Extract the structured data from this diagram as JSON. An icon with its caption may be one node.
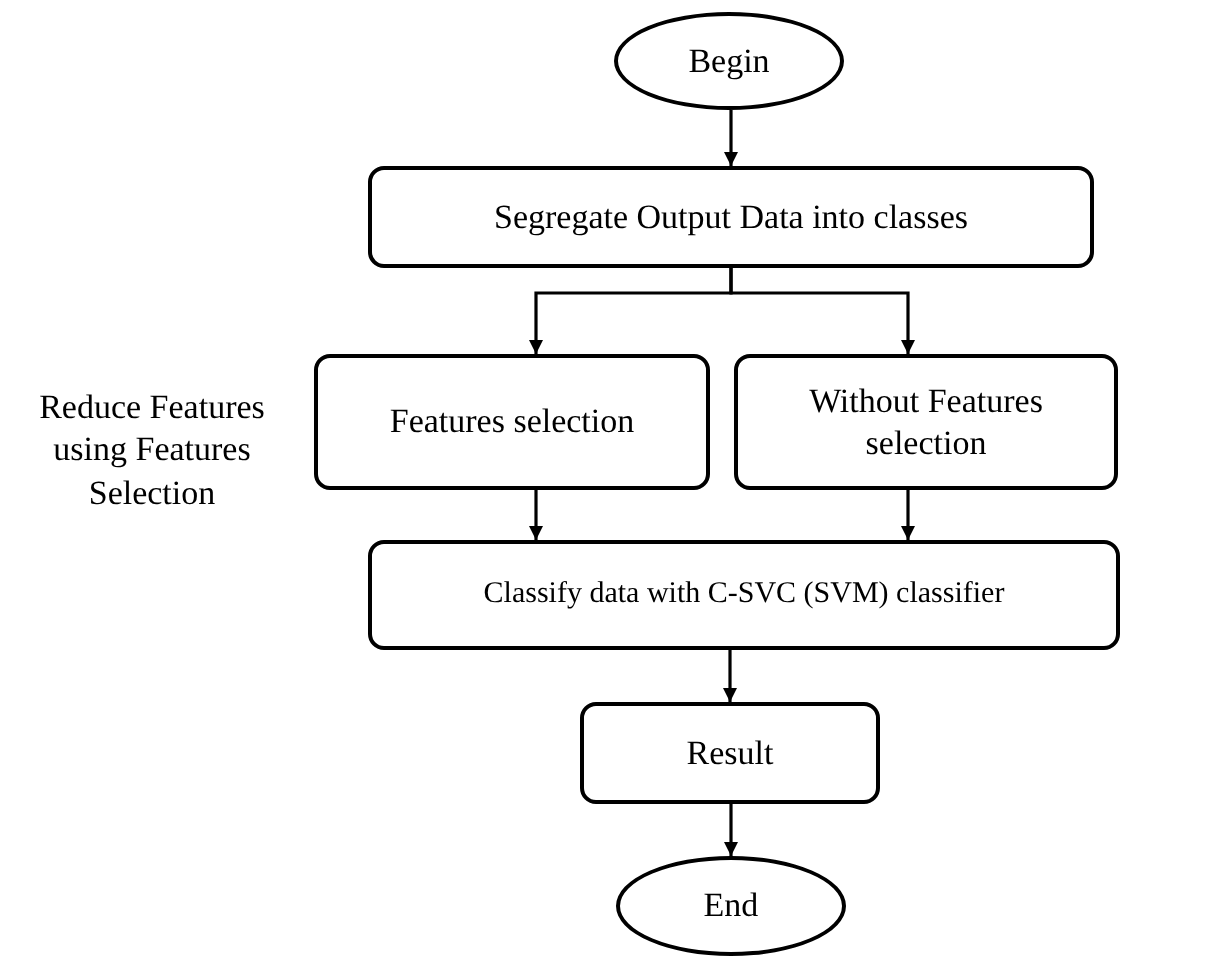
{
  "diagram": {
    "nodes": [
      {
        "text": [
          "Begin"
        ]
      },
      {
        "text": [
          "Segregate Output Data into classes"
        ]
      },
      {
        "text": [
          "Features selection"
        ],
        "beside": [
          "Reduce Features using Features Selection"
        ]
      },
      {
        "text": [
          "Without Features selection"
        ]
      },
      {
        "text": [
          "Classify data with C-SVC (SVM) classifier"
        ]
      },
      {
        "text": [
          "Result"
        ]
      },
      {
        "text": [
          "End"
        ]
      }
    ],
    "edges": [
      {
        "from": 0,
        "to": 1,
        "arrow": "to"
      },
      {
        "from": 1,
        "to": 2,
        "arrow": "to"
      },
      {
        "from": 1,
        "to": 3,
        "arrow": "to"
      },
      {
        "from": 2,
        "to": 4,
        "arrow": "to"
      },
      {
        "from": 3,
        "to": 4,
        "arrow": "to"
      },
      {
        "from": 4,
        "to": 5,
        "arrow": "to"
      },
      {
        "from": 5,
        "to": 6,
        "arrow": "to"
      }
    ]
  }
}
